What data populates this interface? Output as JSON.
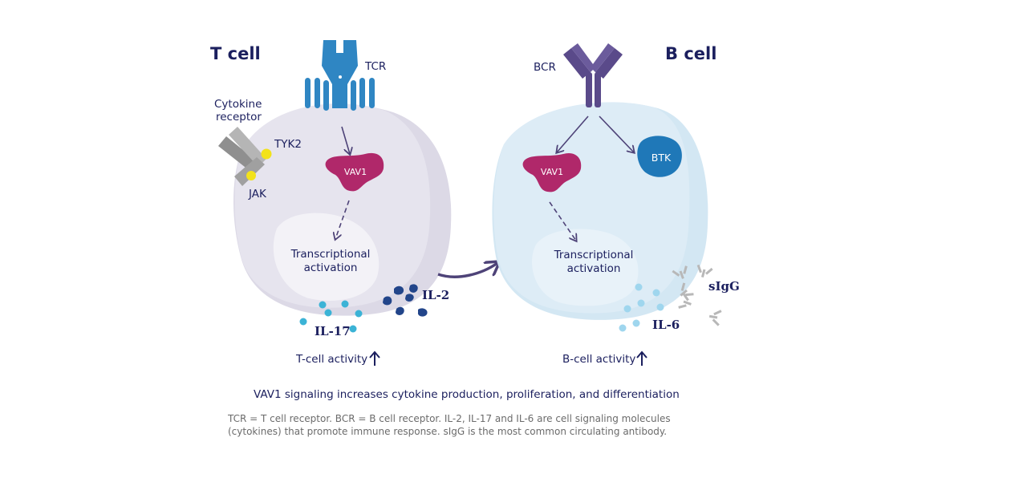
{
  "t_cell": {
    "title": "T cell",
    "tcr_label": "TCR",
    "cytokine_receptor_label_line1": "Cytokine",
    "cytokine_receptor_label_line2": "receptor",
    "tyk2_label": "TYK2",
    "jak_label": "JAK",
    "vav1_label": "VAV1",
    "transcription_line1": "Transcriptional",
    "transcription_line2": "activation",
    "il2_label": "IL-2",
    "il17_label": "IL-17",
    "activity_label": "T-cell activity"
  },
  "b_cell": {
    "title": "B cell",
    "bcr_label": "BCR",
    "vav1_label": "VAV1",
    "btk_label": "BTK",
    "transcription_line1": "Transcriptional",
    "transcription_line2": "activation",
    "sigg_label": "sIgG",
    "il6_label": "IL-6",
    "activity_label": "B-cell activity"
  },
  "summary": "VAV1 signaling increases cytokine production, proliferation, and differentiation",
  "footnote": {
    "line1": "TCR = T cell receptor. BCR = B cell receptor. IL-2, IL-17 and IL-6 are cell signaling molecules",
    "line2": "(cytokines) that promote immune response. sIgG is the most common circulating antibody."
  },
  "colors": {
    "t_cell_body": "#e4e2ec",
    "b_cell_body": "#deedf6",
    "receptor_blue": "#2f86c3",
    "bcr_purple": "#5a4a8a",
    "vav1_magenta": "#b0286a",
    "btk_blue": "#1f78b8",
    "tyk2_yellow": "#f2e21a",
    "il2_navy": "#22458a",
    "il17_cyan": "#3bb3d6",
    "il6_light_cyan": "#9fd6ee",
    "sigg_gray": "#b8b8b8",
    "arrow_purple": "#4e4378",
    "text_navy": "#1b1f5e"
  }
}
